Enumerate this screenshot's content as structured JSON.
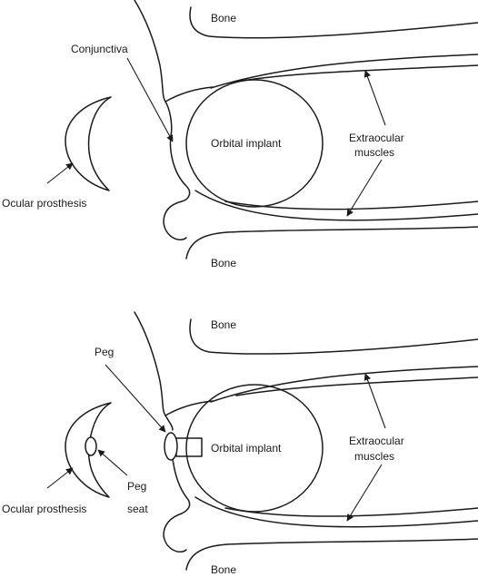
{
  "top": {
    "bone_upper": "Bone",
    "bone_lower": "Bone",
    "conjunctiva": "Conjunctiva",
    "orbital_implant": "Orbital implant",
    "extraocular_muscles": [
      "Extraocular",
      "muscles"
    ],
    "ocular_prosthesis": "Ocular prosthesis"
  },
  "bottom": {
    "bone_upper": "Bone",
    "bone_lower": "Bone",
    "peg": "Peg",
    "peg_seat": [
      "Peg",
      "seat"
    ],
    "orbital_implant": "Orbital implant",
    "extraocular_muscles": [
      "Extraocular",
      "muscles"
    ],
    "ocular_prosthesis": "Ocular prosthesis"
  }
}
